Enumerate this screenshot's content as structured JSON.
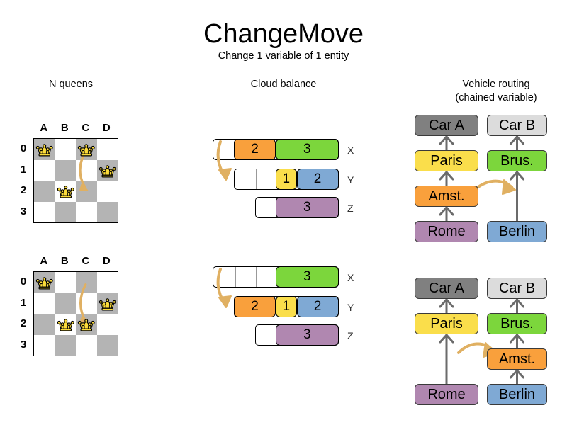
{
  "header": {
    "title": "ChangeMove",
    "subtitle": "Change 1 variable of 1 entity"
  },
  "columns": {
    "nqueens": {
      "title": "N queens"
    },
    "cloud": {
      "title": "Cloud balance"
    },
    "routing": {
      "title_line1": "Vehicle routing",
      "title_line2": "(chained variable)"
    }
  },
  "colors": {
    "orange": "#f9a03c",
    "green": "#7cd63c",
    "yellow": "#fade4b",
    "blue": "#7fa9d4",
    "purple": "#b087b0",
    "gray_dark": "#808080",
    "gray_light": "#dcdcdc",
    "board_dark": "#b4b4b4",
    "board_light": "#ffffff",
    "arrow": "#e0b062",
    "queen_gold": "#fcdc3b"
  },
  "nqueens": {
    "files": [
      "A",
      "B",
      "C",
      "D"
    ],
    "ranks": [
      "0",
      "1",
      "2",
      "3"
    ],
    "before": {
      "queens": [
        {
          "file": "A",
          "rank": "0"
        },
        {
          "file": "C",
          "rank": "0"
        },
        {
          "file": "D",
          "rank": "1"
        },
        {
          "file": "B",
          "rank": "2"
        }
      ],
      "move": {
        "from_file": "C",
        "from_rank": "0",
        "to_file": "C",
        "to_rank": "2"
      }
    },
    "after": {
      "queens": [
        {
          "file": "A",
          "rank": "0"
        },
        {
          "file": "D",
          "rank": "1"
        },
        {
          "file": "B",
          "rank": "2"
        },
        {
          "file": "C",
          "rank": "2"
        }
      ],
      "move": {
        "from_file": "C",
        "from_rank": "0",
        "to_file": "C",
        "to_rank": "2"
      }
    }
  },
  "cloud": {
    "before": {
      "computers": [
        {
          "label": "X",
          "processes": [
            {
              "value": "2",
              "color": "#f9a03c"
            },
            {
              "value": "3",
              "color": "#7cd63c"
            }
          ]
        },
        {
          "label": "Y",
          "processes": [
            {
              "value": "1",
              "color": "#fade4b"
            },
            {
              "value": "2",
              "color": "#7fa9d4"
            }
          ]
        },
        {
          "label": "Z",
          "processes": [
            {
              "value": "3",
              "color": "#b087b0"
            }
          ]
        }
      ]
    },
    "after": {
      "computers": [
        {
          "label": "X",
          "processes": [
            {
              "value": "3",
              "color": "#7cd63c"
            }
          ]
        },
        {
          "label": "Y",
          "processes": [
            {
              "value": "2",
              "color": "#f9a03c"
            },
            {
              "value": "1",
              "color": "#fade4b"
            },
            {
              "value": "2",
              "color": "#7fa9d4"
            }
          ]
        },
        {
          "label": "Z",
          "processes": [
            {
              "value": "3",
              "color": "#b087b0"
            }
          ]
        }
      ]
    },
    "moved_process": "2"
  },
  "routing": {
    "before": {
      "chain_a": [
        "Car A",
        "Paris",
        "Amst.",
        "Rome"
      ],
      "chain_b": [
        "Car B",
        "Brus.",
        "Berlin"
      ]
    },
    "after": {
      "chain_a": [
        "Car A",
        "Paris",
        "Rome"
      ],
      "chain_b": [
        "Car B",
        "Brus.",
        "Amst.",
        "Berlin"
      ]
    },
    "labels": {
      "car_a": "Car A",
      "car_b": "Car B",
      "paris": "Paris",
      "amsterdam": "Amst.",
      "rome": "Rome",
      "brussels": "Brus.",
      "berlin": "Berlin"
    },
    "moved_node": "Amst."
  }
}
